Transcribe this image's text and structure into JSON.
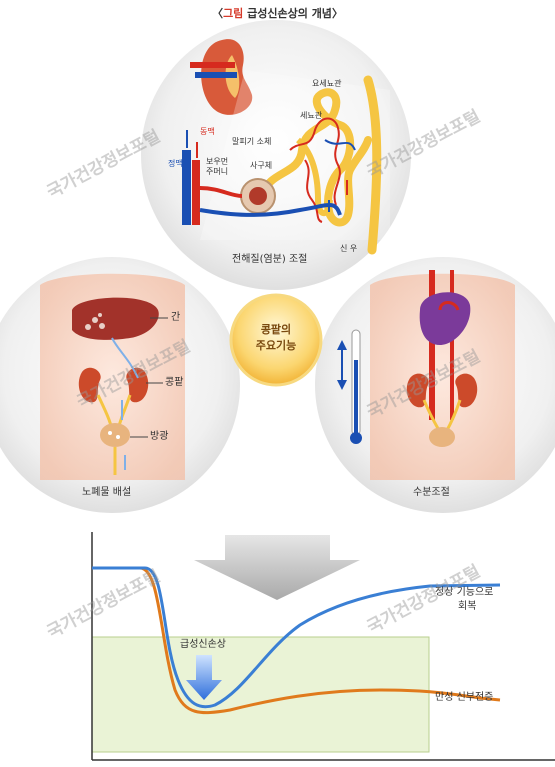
{
  "title_open": "〈",
  "title_red": "그림",
  "title_rest": " 급성신손상의 개념",
  "title_close": "〉",
  "top_panel": {
    "labels": {
      "artery": "동맥",
      "vein": "정맥",
      "tubule": "요세뇨관",
      "arteriole": "세뇨관",
      "henle": "말피기 소체",
      "bowman": "보우먼\n주머니",
      "glomerulus": "사구체",
      "caption": "전해질(염분) 조절",
      "kidney": "신 우"
    }
  },
  "left_panel": {
    "liver": "간",
    "kidney": "콩팥",
    "bladder": "방광",
    "caption": "노폐물 배설"
  },
  "right_panel": {
    "caption": "수분조절"
  },
  "center": {
    "line1": "콩팥의",
    "line2": "주요기능"
  },
  "graph": {
    "aki_label": "급성신손상",
    "recovery_label_1": "정상 기능으로",
    "recovery_label_2": "회복",
    "ckd_label": "만성 신부전증"
  },
  "watermark": "국가건강정보포털",
  "colors": {
    "artery": "#d62a1e",
    "vein": "#1a4fb3",
    "tubule": "#f5c542",
    "recovery_curve": "#3a7fd4",
    "ckd_curve": "#e07a1c",
    "graph_fill": "#eaf3d6"
  }
}
